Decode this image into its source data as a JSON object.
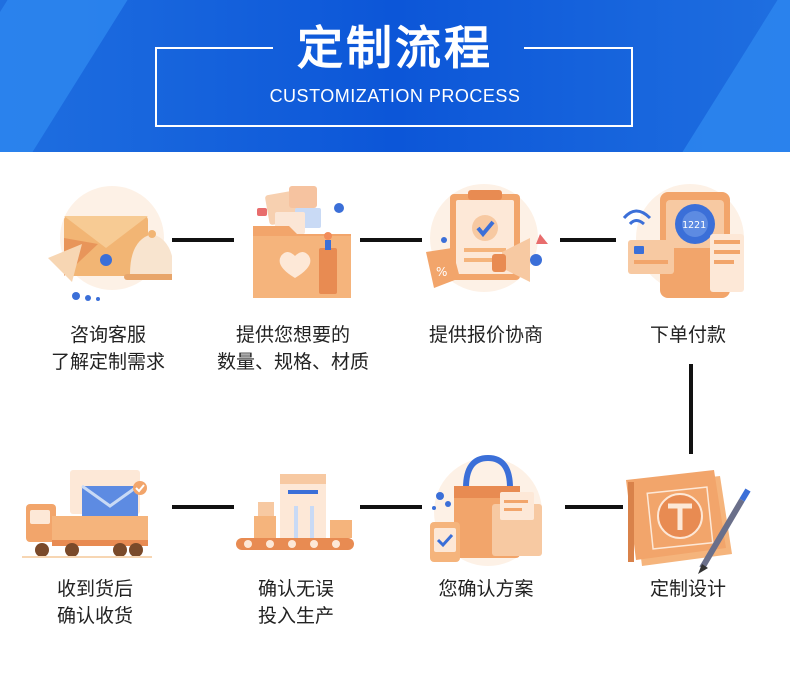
{
  "header": {
    "title": "定制流程",
    "subtitle": "CUSTOMIZATION PROCESS"
  },
  "steps": [
    {
      "line1": "咨询客服",
      "line2": "了解定制需求",
      "icon": "consult-icon"
    },
    {
      "line1": "提供您想要的",
      "line2": "数量、规格、材质",
      "icon": "folder-files-icon"
    },
    {
      "line1": "提供报价协商",
      "line2": "",
      "icon": "clipboard-quote-icon"
    },
    {
      "line1": "下单付款",
      "line2": "",
      "icon": "payment-terminal-icon"
    },
    {
      "line1": "定制设计",
      "line2": "",
      "icon": "design-blueprint-icon"
    },
    {
      "line1": "您确认方案",
      "line2": "",
      "icon": "shopping-bag-confirm-icon"
    },
    {
      "line1": "确认无误",
      "line2": "投入生产",
      "icon": "production-line-icon"
    },
    {
      "line1": "收到货后",
      "line2": "确认收货",
      "icon": "delivery-truck-icon"
    }
  ],
  "colors": {
    "header_blue": "#0c56d8",
    "accent_orange": "#f2a056",
    "accent_blue": "#3b6fd8",
    "connector": "#111111",
    "text": "#222222"
  }
}
